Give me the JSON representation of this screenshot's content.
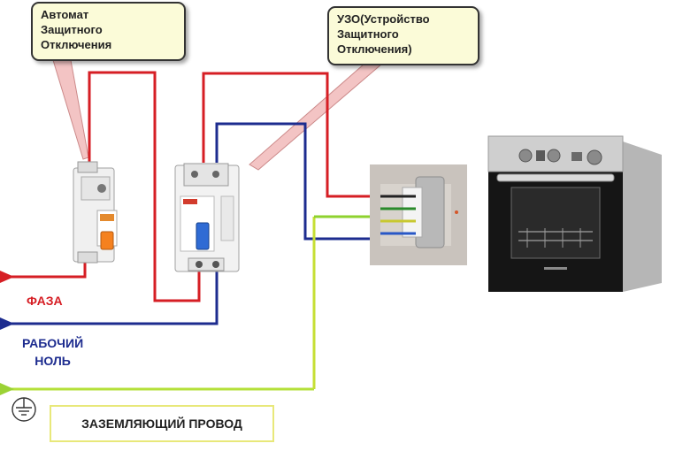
{
  "callouts": {
    "breaker": {
      "lines": [
        "Автомат",
        "Защитного",
        "Отключения"
      ]
    },
    "rcd": {
      "lines": [
        "УЗО(Устройство",
        "Защитного",
        "Отключения)"
      ]
    }
  },
  "labels": {
    "phase": "ФАЗА",
    "neutral_line1": "РАБОЧИЙ",
    "neutral_line2": "НОЛЬ",
    "ground": "ЗАЗЕМЛЯЮЩИЙ ПРОВОД"
  },
  "colors": {
    "phase_wire": "#d61e24",
    "neutral_wire": "#1d2c8f",
    "ground_wire": "#8ed22e",
    "phase_text": "#d61e24",
    "neutral_text": "#1d2c8f",
    "callout_bg": "#fbfbd8"
  },
  "icons": [
    "ground-symbol-icon",
    "circuit-breaker-icon",
    "rcd-device-icon",
    "terminal-block-icon",
    "oven-icon"
  ]
}
